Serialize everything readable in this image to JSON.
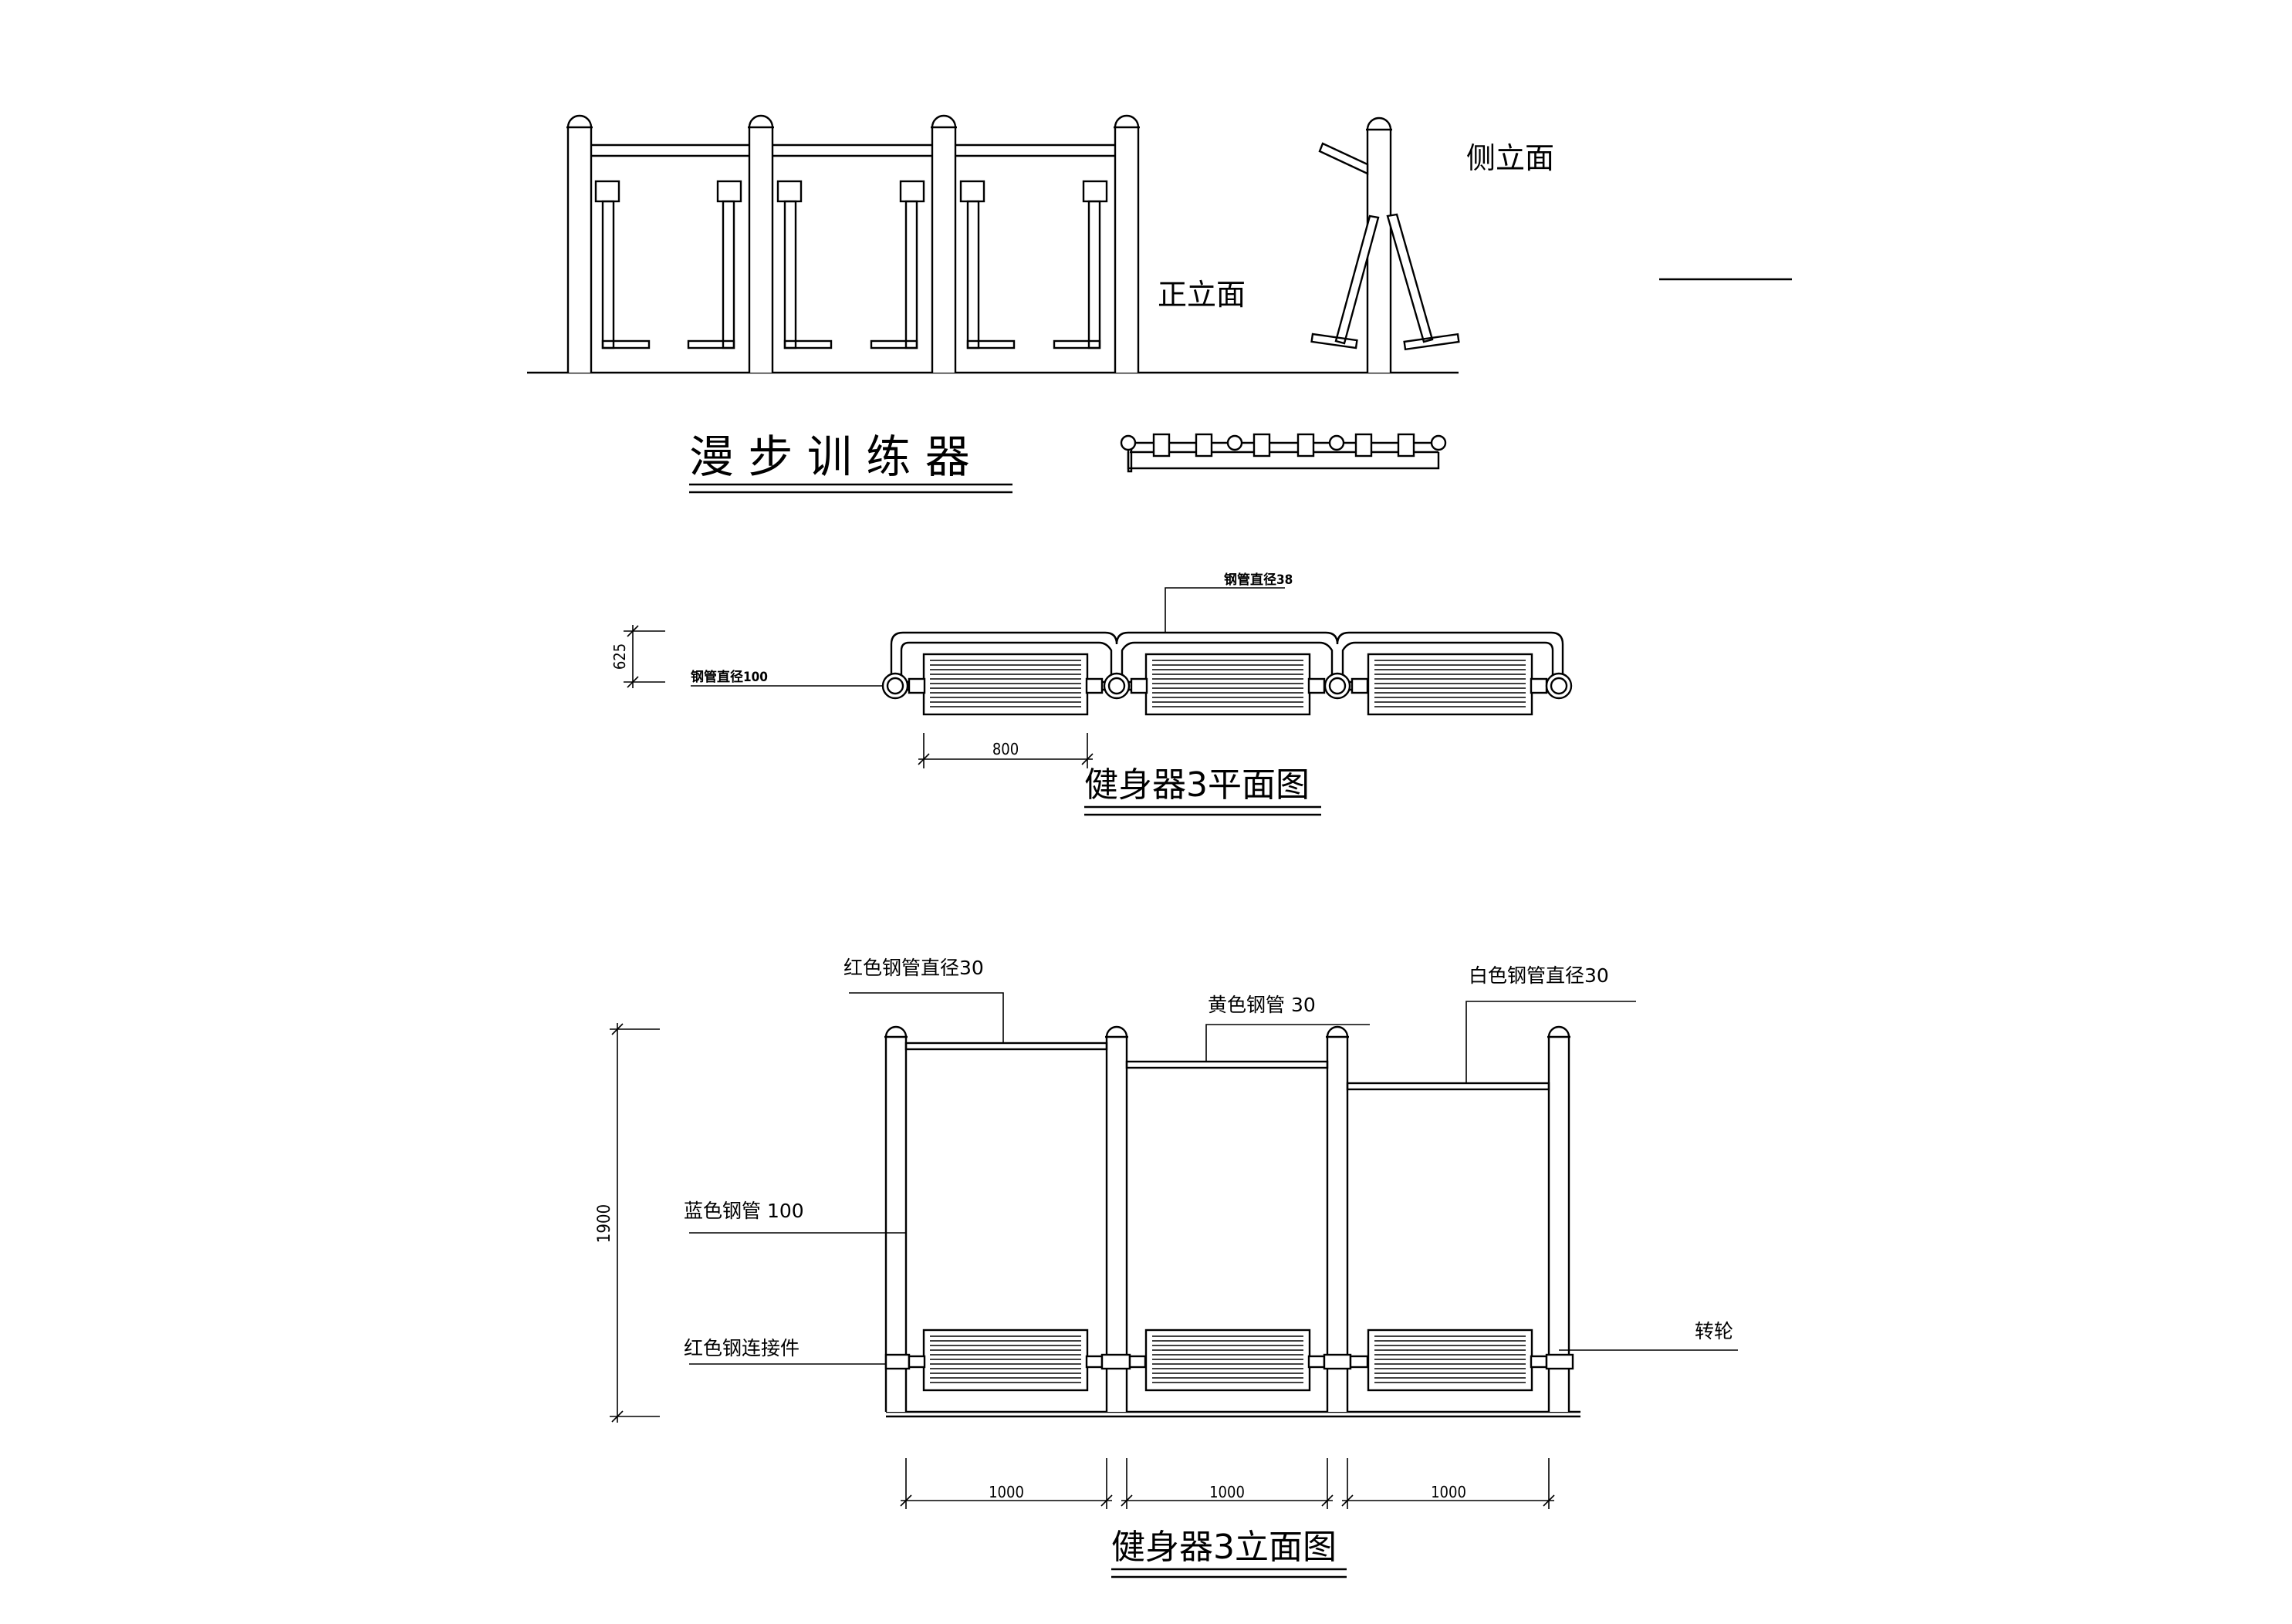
{
  "walker": {
    "front_label": "正立面",
    "side_label": "侧立面",
    "title": "漫 步 训 练 器"
  },
  "plan": {
    "title": "健身器3平面图",
    "pipe_top_label": "钢管直径38",
    "pipe_side_label": "钢管直径100",
    "dim_vertical": "625",
    "dim_width": "800"
  },
  "elevation": {
    "title": "健身器3立面图",
    "red_pipe_label": "红色钢管直径30",
    "yellow_pipe_label": "黄色钢管  30",
    "white_pipe_label": "白色钢管直径30",
    "blue_pipe_label": "蓝色钢管  100",
    "red_connector_label": "红色钢连接件",
    "wheel_label": "转轮",
    "dim_height": "1900",
    "dim_spans": [
      "1000",
      "1000",
      "1000"
    ]
  }
}
